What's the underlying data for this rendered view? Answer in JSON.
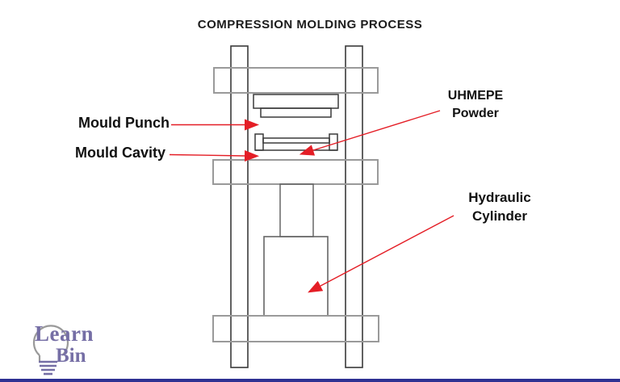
{
  "title": "COMPRESSION MOLDING PROCESS",
  "labels": {
    "mould_punch": "Mould Punch",
    "mould_cavity": "Mould Cavity",
    "uhmepe_line1": "UHMEPE",
    "uhmepe_line2": "Powder",
    "hydraulic_line1": "Hydraulic",
    "hydraulic_line2": "Cylinder"
  },
  "logo": {
    "word1": "Learn",
    "word2": "Bin"
  },
  "colors": {
    "arrow_red": "#e41e26",
    "logo_purple": "#756ea5",
    "bottom_bar_blue": "#2e3192",
    "line_dark": "#3a3a3a",
    "line_light": "#9a9a9a"
  }
}
